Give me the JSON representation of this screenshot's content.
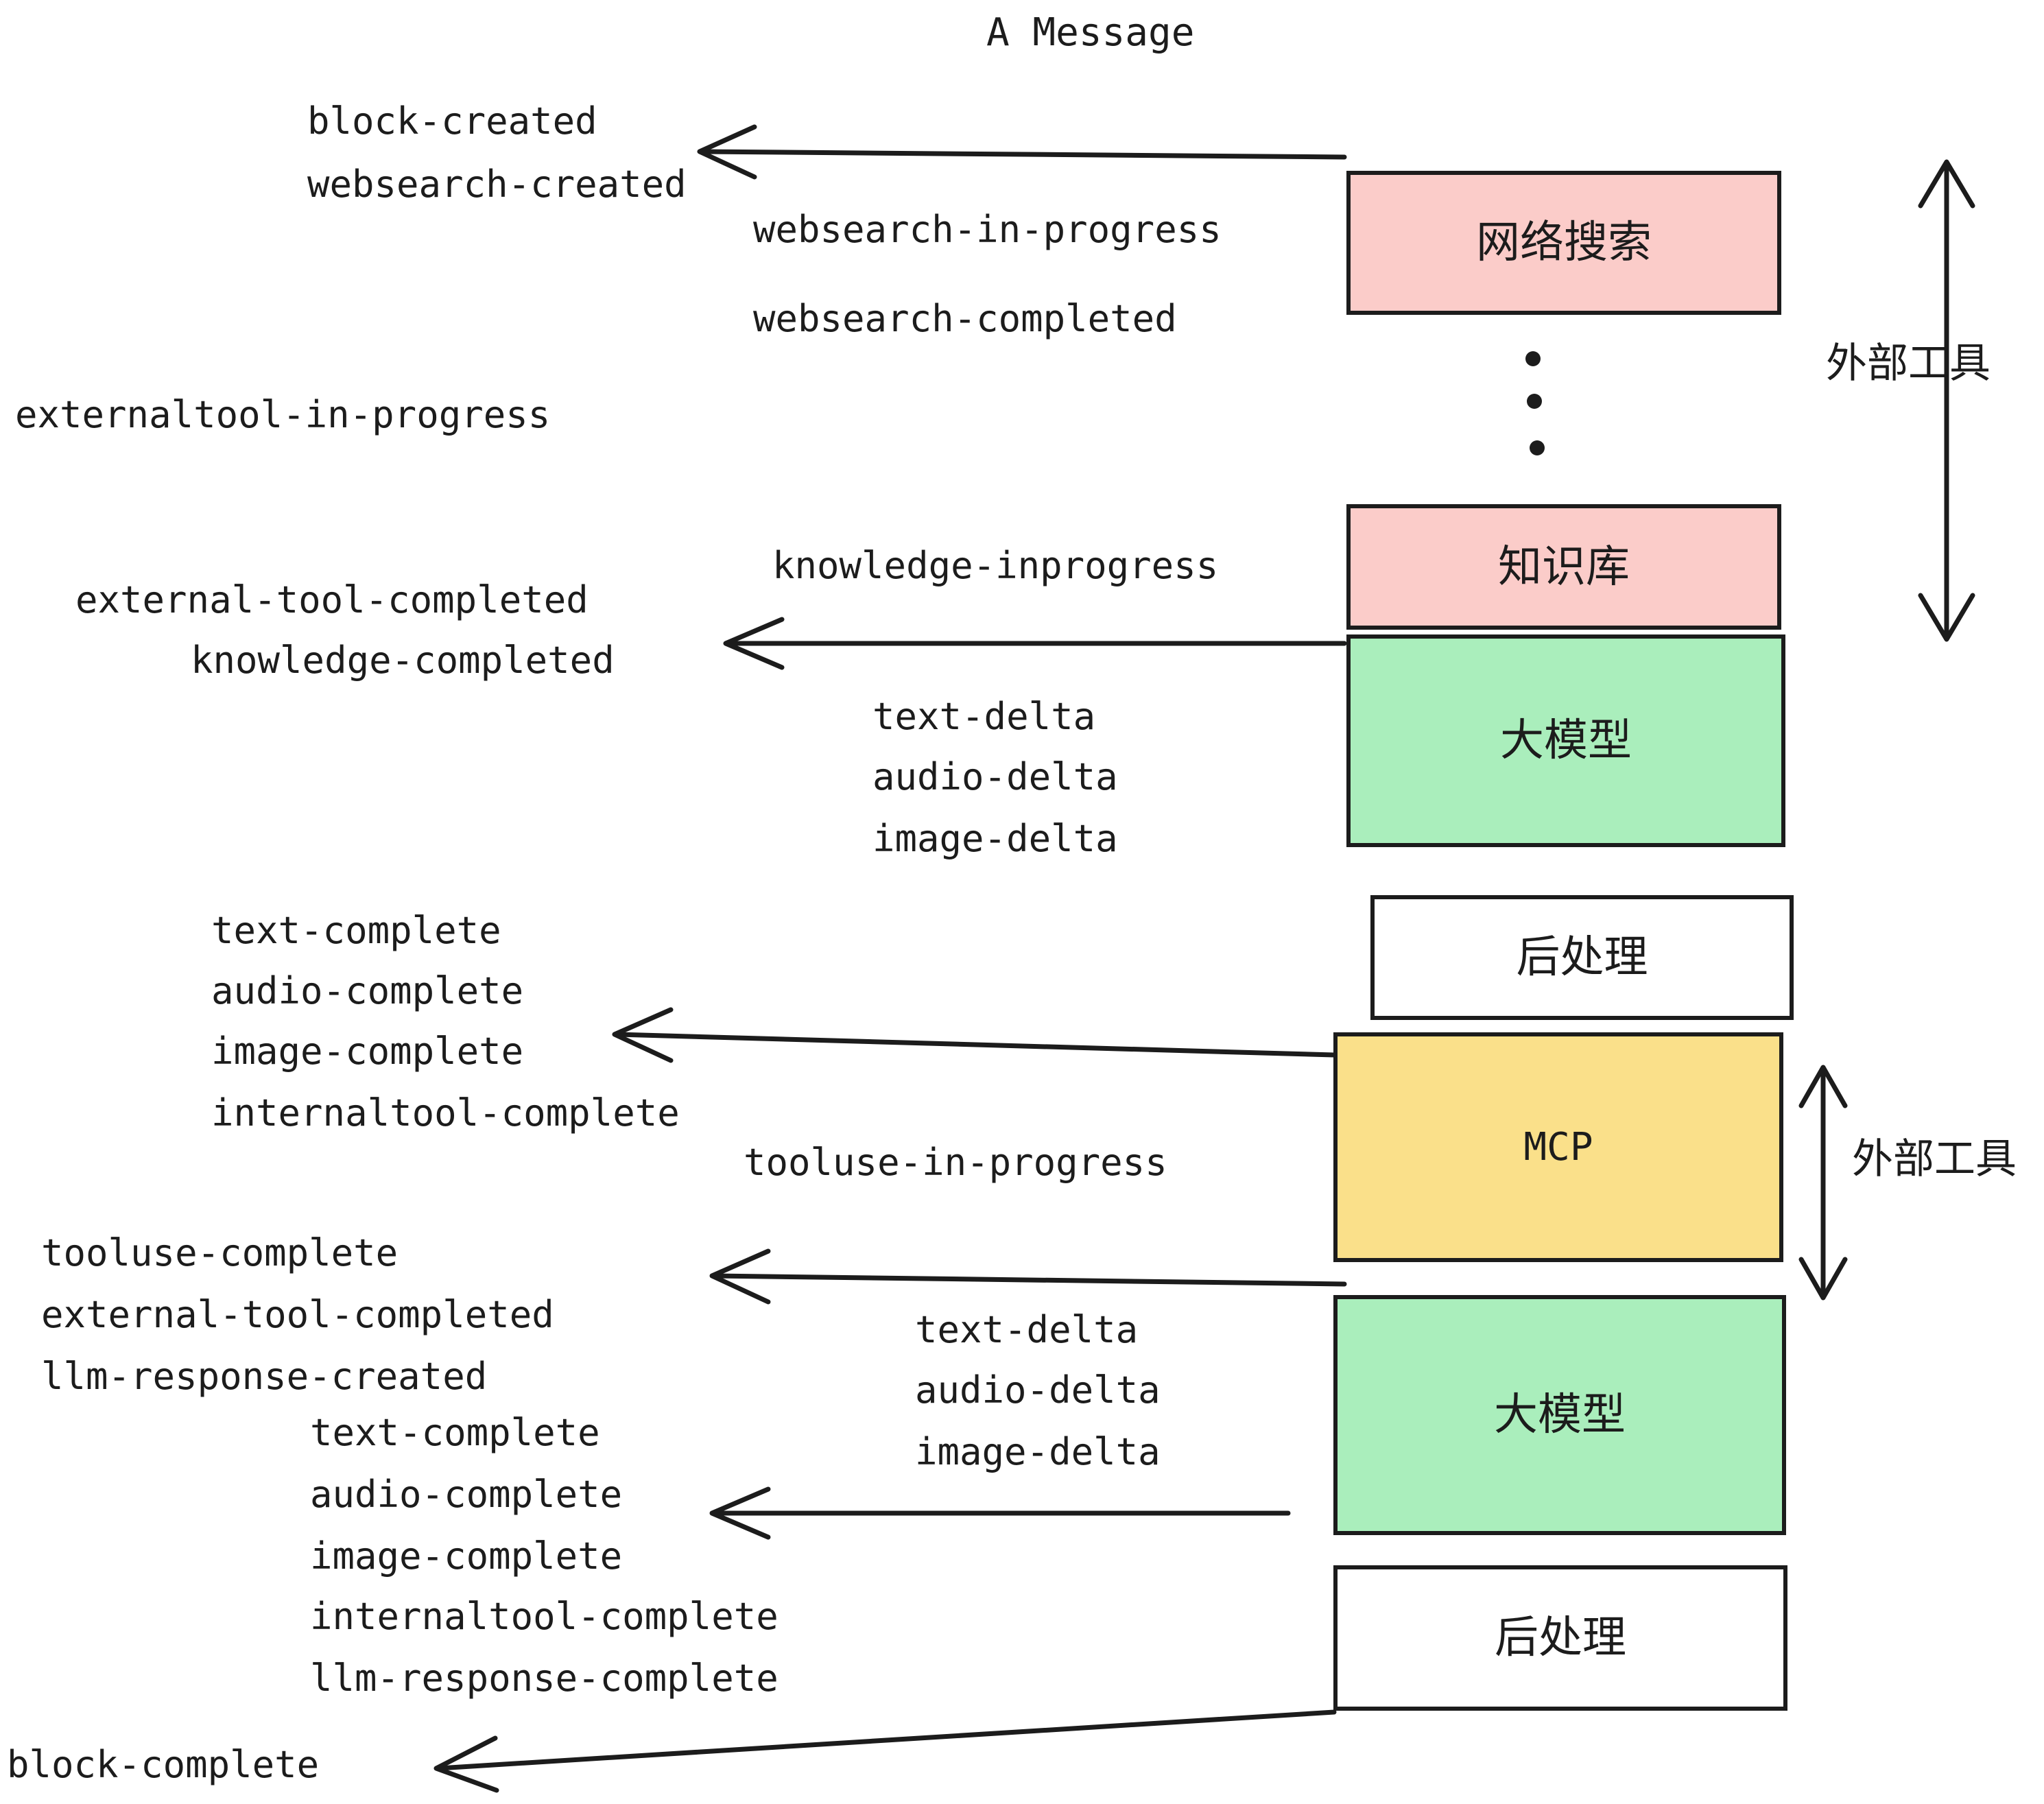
{
  "title": "A Message",
  "boxes": [
    {
      "id": "websearch",
      "label": "网络搜索",
      "color": "pink"
    },
    {
      "id": "knowledge",
      "label": "知识库",
      "color": "pink"
    },
    {
      "id": "llm-1",
      "label": "大模型",
      "color": "green"
    },
    {
      "id": "postproc-1",
      "label": "后处理",
      "color": "white"
    },
    {
      "id": "mcp",
      "label": "MCP",
      "color": "yellow"
    },
    {
      "id": "llm-2",
      "label": "大模型",
      "color": "green"
    },
    {
      "id": "postproc-2",
      "label": "后处理",
      "color": "white"
    }
  ],
  "events": [
    {
      "id": "e01",
      "text": "block-created"
    },
    {
      "id": "e02",
      "text": "websearch-created"
    },
    {
      "id": "e03",
      "text": "websearch-in-progress"
    },
    {
      "id": "e04",
      "text": "websearch-completed"
    },
    {
      "id": "e05",
      "text": "externaltool-in-progress"
    },
    {
      "id": "e06",
      "text": "knowledge-inprogress"
    },
    {
      "id": "e07",
      "text": "external-tool-completed"
    },
    {
      "id": "e08",
      "text": "knowledge-completed"
    },
    {
      "id": "e09",
      "text": "text-delta"
    },
    {
      "id": "e10",
      "text": "audio-delta"
    },
    {
      "id": "e11",
      "text": "image-delta"
    },
    {
      "id": "e12",
      "text": "text-complete"
    },
    {
      "id": "e13",
      "text": "audio-complete"
    },
    {
      "id": "e14",
      "text": "image-complete"
    },
    {
      "id": "e15",
      "text": "internaltool-complete"
    },
    {
      "id": "e16",
      "text": "tooluse-in-progress"
    },
    {
      "id": "e17",
      "text": "tooluse-complete"
    },
    {
      "id": "e18",
      "text": "external-tool-completed"
    },
    {
      "id": "e19",
      "text": "llm-response-created"
    },
    {
      "id": "e20",
      "text": "text-complete"
    },
    {
      "id": "e21",
      "text": "audio-complete"
    },
    {
      "id": "e22",
      "text": "image-complete"
    },
    {
      "id": "e23",
      "text": "internaltool-complete"
    },
    {
      "id": "e24",
      "text": "llm-response-complete"
    },
    {
      "id": "e25",
      "text": "block-complete"
    },
    {
      "id": "e26",
      "text": "text-delta"
    },
    {
      "id": "e27",
      "text": "audio-delta"
    },
    {
      "id": "e28",
      "text": "image-delta"
    }
  ],
  "side_labels": [
    {
      "id": "ext-tool-top",
      "text": "外部工具"
    },
    {
      "id": "ext-tool-bottom",
      "text": "外部工具"
    }
  ],
  "colors": {
    "pink": "#fbccc9",
    "green": "#aaeebc",
    "yellow": "#fae08a",
    "white": "#ffffff",
    "stroke": "#1c1c1c",
    "background": "#ffffff"
  }
}
